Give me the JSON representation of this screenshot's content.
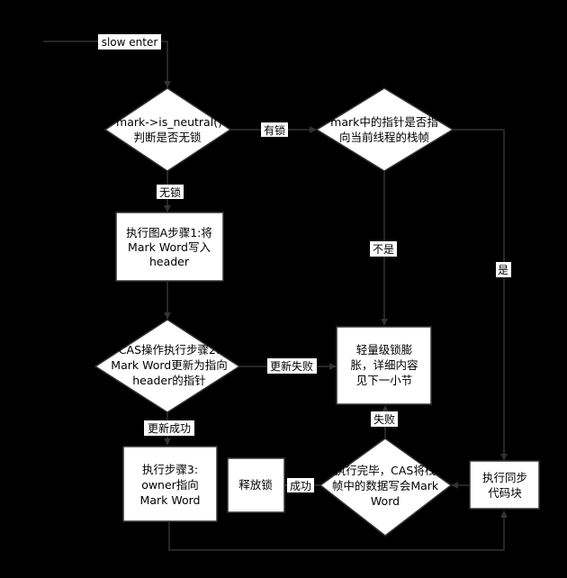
{
  "diagram": {
    "nodes": {
      "entry_label": "slow enter",
      "check_neutral": [
        "mark->is_neutral()",
        "判断是否无锁"
      ],
      "check_owner_stack": [
        "mark中的指针是否指",
        "向当前线程的栈帧"
      ],
      "step1": [
        "执行图A步骤1:将",
        "Mark Word写入",
        "header"
      ],
      "cas_step2": [
        "CAS操作执行步骤2:",
        "Mark Word更新为指向",
        "header的指针"
      ],
      "lightweight_inflate": [
        "轻量级锁膨",
        "胀，详细内容",
        "见下一小节"
      ],
      "step3": [
        "执行步骤3:",
        "owner指向",
        "Mark Word"
      ],
      "finish_cas": [
        "执行完毕，CAS将栈",
        "帧中的数据写会Mark",
        "Word"
      ],
      "release_lock": [
        "释放锁"
      ],
      "sync_block": [
        "执行同步",
        "代码块"
      ]
    },
    "edge_labels": {
      "locked": "有锁",
      "unlocked": "无锁",
      "no": "不是",
      "yes": "是",
      "update_fail": "更新失败",
      "update_success": "更新成功",
      "fail": "失败",
      "success": "成功"
    }
  }
}
